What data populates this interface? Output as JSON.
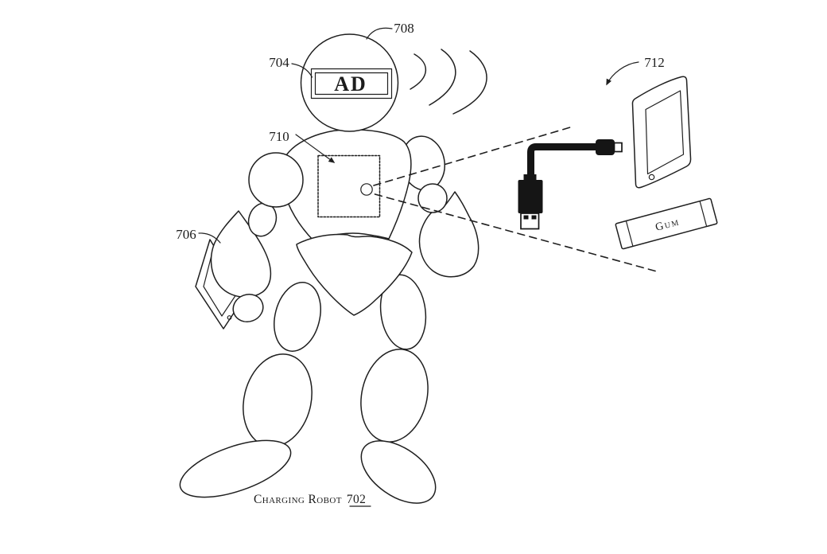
{
  "figure": {
    "caption": {
      "title": "Charging Robot",
      "ref": "702"
    },
    "head_display_text": "AD",
    "gum_pack_text": "Gum",
    "ref_labels": {
      "display": "704",
      "held_device": "706",
      "head": "708",
      "charging_panel": "710",
      "mobile_device": "712"
    }
  },
  "colors": {
    "ink": "#1f1f1f",
    "paper": "#ffffff"
  }
}
